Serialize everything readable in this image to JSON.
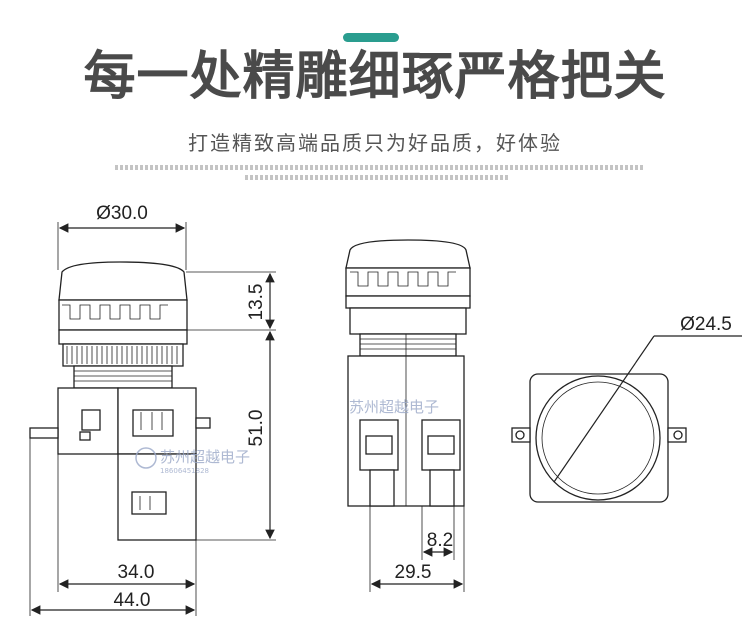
{
  "header": {
    "title": "每一处精雕细琢严格把关",
    "subtitle": "打造精致高端品质只为好品质，好体验"
  },
  "colors": {
    "accent": "#2a9d8f",
    "line": "#222222",
    "watermark": "#9aa8c8"
  },
  "dimensions": {
    "front_diameter": "Ø30.0",
    "cap_height": "13.5",
    "total_height": "51.0",
    "body_width": "34.0",
    "total_width": "44.0",
    "side_width": "29.5",
    "terminal_pitch": "8.2",
    "face_diameter": "Ø24.5"
  },
  "watermark": {
    "name": "苏州超越电子",
    "phone": "18606451828"
  }
}
